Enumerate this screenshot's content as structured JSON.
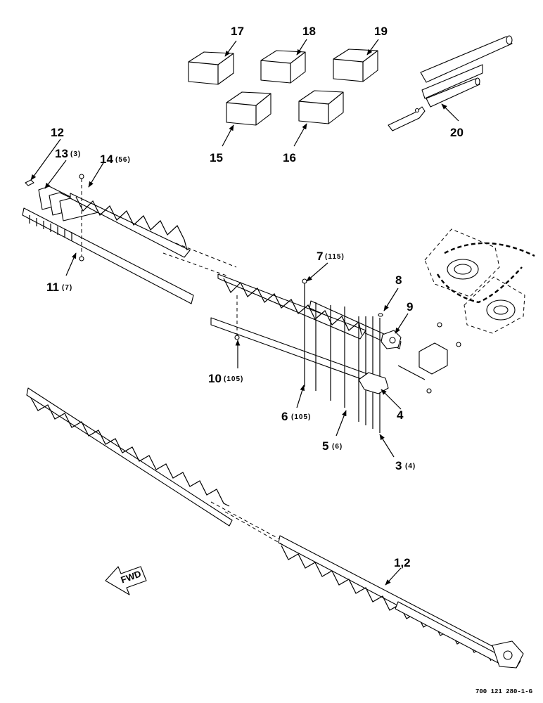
{
  "callouts": {
    "c17": "17",
    "c18": "18",
    "c19": "19",
    "c20": "20",
    "c15": "15",
    "c16": "16",
    "c12": "12",
    "c13": "13",
    "c13q": "(3)",
    "c14": "14",
    "c14q": "(56)",
    "c11": "11",
    "c11q": "(7)",
    "c7": "7",
    "c7q": "(115)",
    "c8": "8",
    "c9": "9",
    "c10": "10",
    "c10q": "(105)",
    "c6": "6",
    "c6q": "(105)",
    "c5": "5",
    "c5q": "(6)",
    "c4": "4",
    "c3": "3",
    "c3q": "(4)",
    "c12b": "1,2"
  },
  "fwd_label": "FWD",
  "doc_number": "700 121 280-1-G"
}
